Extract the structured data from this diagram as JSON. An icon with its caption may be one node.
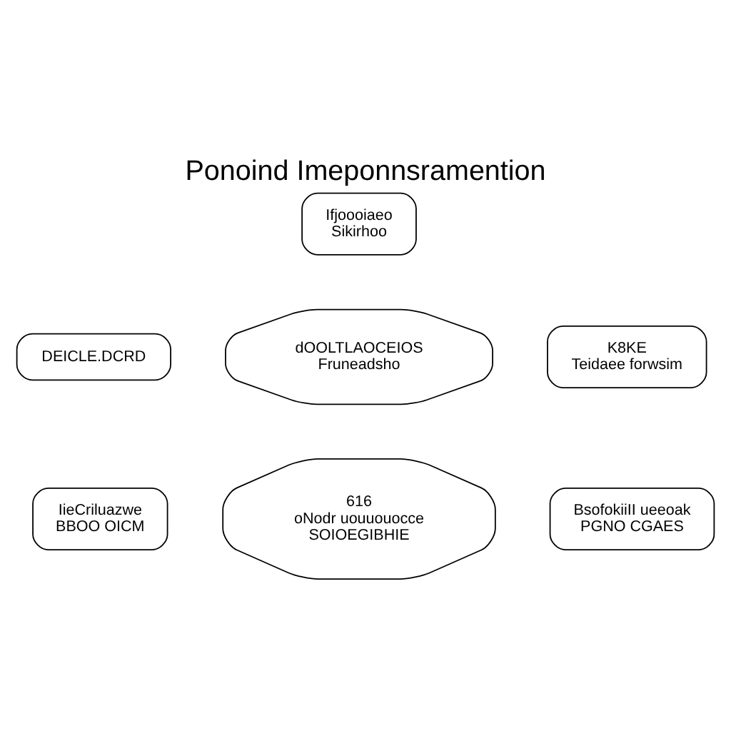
{
  "diagram": {
    "title": "Ponoind Imeponnsramention",
    "nodes": [
      {
        "text": [
          "Ifjoooiaeo",
          "Sikirhoo"
        ]
      },
      {
        "text": [
          "DEICLE.DCRD"
        ]
      },
      {
        "text": [
          "dOOLTLAOCEIOS",
          "Fruneadsho"
        ]
      },
      {
        "text": [
          "K8KE",
          "Teidaee forwsim"
        ]
      },
      {
        "text": [
          "IieCriluazwe",
          "BBOO OICM"
        ]
      },
      {
        "text": [
          "616",
          "oNodr uouuouocce",
          "SOIOEGIBHIE"
        ]
      },
      {
        "text": [
          "BsofokiiII ueeoak",
          "PGNO CGAES"
        ]
      }
    ],
    "edges": []
  }
}
